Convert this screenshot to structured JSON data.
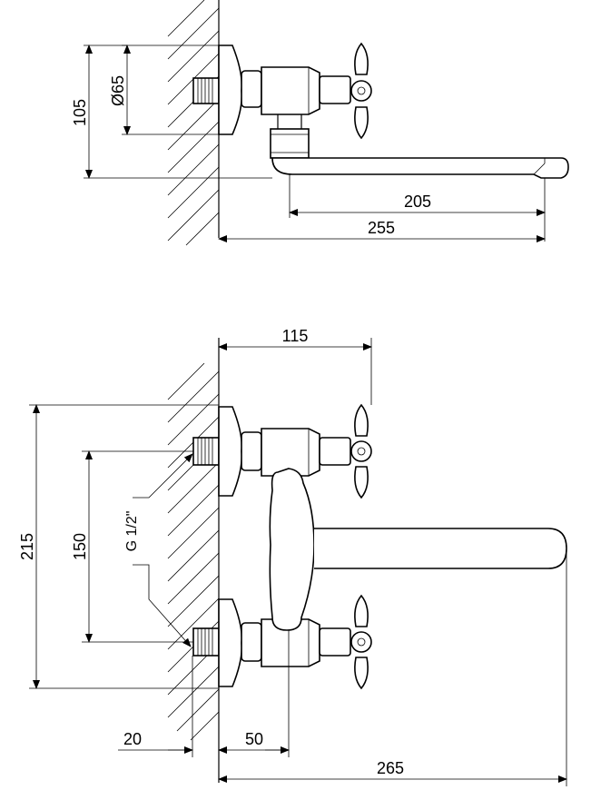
{
  "top_view": {
    "dim_height": "105",
    "dim_flange_diameter": "Ø65",
    "dim_spout_length": "205",
    "dim_total_depth": "255"
  },
  "front_view": {
    "dim_body_width": "115",
    "dim_total_height": "215",
    "dim_inlet_spacing": "150",
    "thread_label": "G 1/2\"",
    "dim_thread_length": "20",
    "dim_offset": "50",
    "dim_total_reach": "265"
  }
}
